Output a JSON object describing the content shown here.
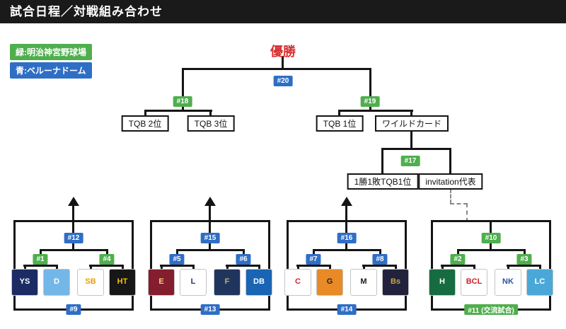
{
  "header": {
    "title": "試合日程／対戦組み合わせ"
  },
  "legend": [
    {
      "label": "緑:明治神宮野球場",
      "color": "#4fae4d"
    },
    {
      "label": "青:ベルーナドーム",
      "color": "#2f6ec5"
    }
  ],
  "champion_label": "優勝",
  "slots": {
    "tqb2": "TQB 2位",
    "tqb3": "TQB 3位",
    "tqb1": "TQB 1位",
    "wildcard": "ワイルドカード",
    "one_win_one_loss": "1勝1敗TQB1位",
    "invitation": "invitation代表"
  },
  "venues": {
    "green": "明治神宮野球場",
    "blue": "ベルーナドーム"
  },
  "matches": {
    "m1": {
      "label": "#1",
      "venue": "green"
    },
    "m2": {
      "label": "#2",
      "venue": "green"
    },
    "m3": {
      "label": "#3",
      "venue": "green"
    },
    "m4": {
      "label": "#4",
      "venue": "green"
    },
    "m5": {
      "label": "#5",
      "venue": "blue"
    },
    "m6": {
      "label": "#6",
      "venue": "blue"
    },
    "m7": {
      "label": "#7",
      "venue": "blue"
    },
    "m8": {
      "label": "#8",
      "venue": "blue"
    },
    "m9": {
      "label": "#9",
      "venue": "blue"
    },
    "m10": {
      "label": "#10",
      "venue": "green"
    },
    "m11": {
      "label": "#11 (交流試合)",
      "venue": "green"
    },
    "m12": {
      "label": "#12",
      "venue": "blue"
    },
    "m13": {
      "label": "#13",
      "venue": "blue"
    },
    "m14": {
      "label": "#14",
      "venue": "blue"
    },
    "m15": {
      "label": "#15",
      "venue": "blue"
    },
    "m16": {
      "label": "#16",
      "venue": "blue"
    },
    "m17": {
      "label": "#17",
      "venue": "green"
    },
    "m18": {
      "label": "#18",
      "venue": "green"
    },
    "m19": {
      "label": "#19",
      "venue": "green"
    },
    "m20": {
      "label": "#20",
      "venue": "blue"
    }
  },
  "groups": [
    {
      "teams": [
        {
          "team": "Yakult Swallows",
          "abbr": "YS",
          "bg": "#1c2b63",
          "fg": "#ffffff"
        },
        {
          "team": "Chunichi Dragons",
          "abbr": "D",
          "bg": "#73b7e8",
          "fg": "#ffffff"
        },
        {
          "team": "SoftBank Hawks",
          "abbr": "SB",
          "bg": "#ffffff",
          "fg": "#e8a000"
        },
        {
          "team": "Hanshin Tigers",
          "abbr": "HT",
          "bg": "#171717",
          "fg": "#f2c400"
        }
      ]
    },
    {
      "teams": [
        {
          "team": "Rakuten Eagles",
          "abbr": "E",
          "bg": "#841d2d",
          "fg": "#f3d37c"
        },
        {
          "team": "Seibu Lions",
          "abbr": "L",
          "bg": "#ffffff",
          "fg": "#1d3575"
        },
        {
          "team": "Nippon-Ham Fighters",
          "abbr": "F",
          "bg": "#20355e",
          "fg": "#c9b06a"
        },
        {
          "team": "DeNA BayStars",
          "abbr": "DB",
          "bg": "#1a64b4",
          "fg": "#ffffff"
        }
      ]
    },
    {
      "teams": [
        {
          "team": "Hiroshima Carp",
          "abbr": "C",
          "bg": "#ffffff",
          "fg": "#d6202d"
        },
        {
          "team": "Yomiuri Giants",
          "abbr": "G",
          "bg": "#e98a26",
          "fg": "#222222"
        },
        {
          "team": "Chiba Lotte Marines",
          "abbr": "M",
          "bg": "#ffffff",
          "fg": "#1b1b1b"
        },
        {
          "team": "Orix Buffaloes",
          "abbr": "Bs",
          "bg": "#22223c",
          "fg": "#c9a63c"
        }
      ]
    },
    {
      "teams": [
        {
          "team": "H (invitation)",
          "abbr": "H",
          "bg": "#176b40",
          "fg": "#ffffff"
        },
        {
          "team": "Route Inn BCL",
          "abbr": "BCL",
          "bg": "#ffffff",
          "fg": "#c8242d"
        },
        {
          "team": "NK (invitation)",
          "abbr": "NK",
          "bg": "#ffffff",
          "fg": "#2a52a0"
        },
        {
          "team": "LC (invitation)",
          "abbr": "LC",
          "bg": "#4aa8d8",
          "fg": "#ffffff"
        }
      ]
    }
  ]
}
